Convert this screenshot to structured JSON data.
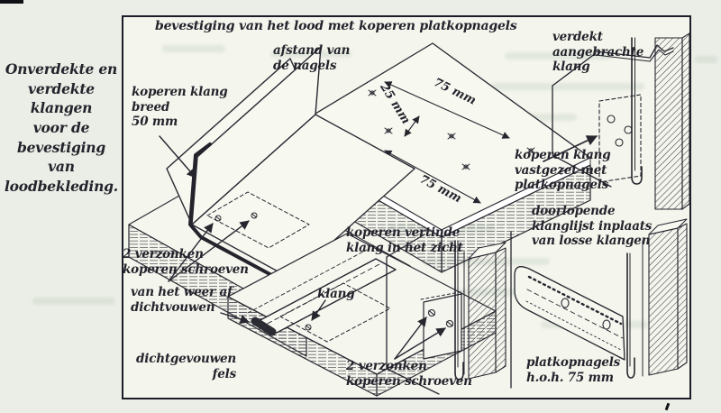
{
  "figure": {
    "margin_note": "Onverdekte en\nverdekte klangen\nvoor de bevestiging\nvan loodbekleding.",
    "title": "bevestiging van het lood met koperen platkopnagels",
    "labels": {
      "afstand": "afstand van\nde nagels",
      "verdekt": "verdekt\naangebrachte\nklang",
      "klang_breed": "koperen klang\nbreed\n50 mm",
      "vastgezet": "koperen klang\nvastgezet met\nplatkopnagels",
      "schroeven_links": "2 verzonken\nkoperen schroeven",
      "doorlopend": "doorlopende\nklanglijst inplaats\nvan losse klangen",
      "vertind": "koperen vertinde\nklang in het zicht",
      "weer_af": "van het weer af\ndichtvouwen",
      "klang": "klang",
      "fels": "dichtgevouwen\nfels",
      "schroeven_midden": "2 verzonken\nkoperen schroeven",
      "platkopnagels": "platkopnagels\nh.o.h. 75 mm"
    },
    "dimensions": {
      "d75_top": "75 mm",
      "d25": "25 mm",
      "d75_bottom": "75 mm"
    },
    "colors": {
      "ink": "#26262f",
      "page_background": "#ebeee6",
      "panel_background": "#f4f5ec",
      "bleedthrough": "#86a391"
    }
  }
}
